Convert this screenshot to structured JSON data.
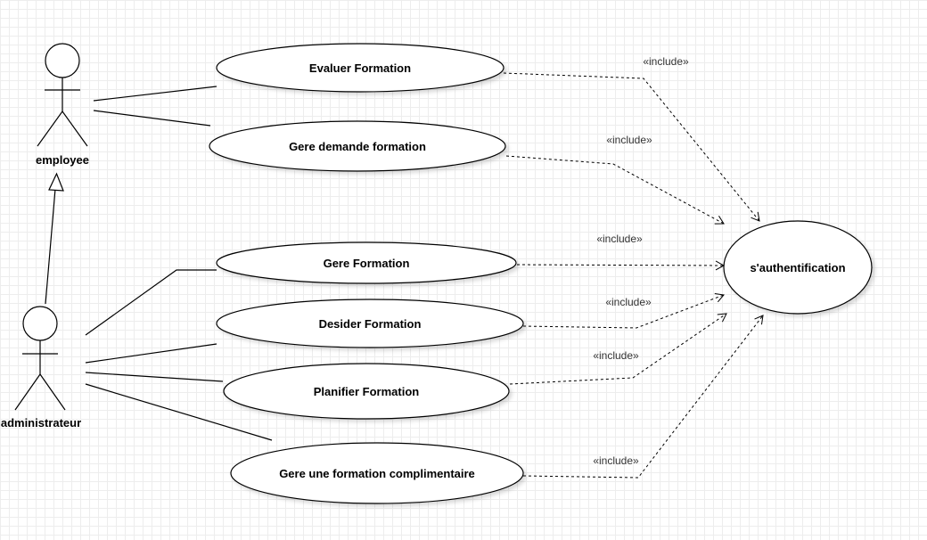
{
  "actors": {
    "employee": "employee",
    "admin": "administrateur"
  },
  "use_cases": {
    "evaluer": "Evaluer Formation",
    "gere_demande": "Gere demande formation",
    "gere_formation": "Gere Formation",
    "desider": "Desider Formation",
    "planifier": "Planifier Formation",
    "gere_complimentaire": "Gere une formation complimentaire",
    "auth": "s'authentification"
  },
  "include_label": "«include»",
  "colors": {
    "line": "#000000",
    "grid": "#ededed",
    "background": "#ffffff"
  }
}
